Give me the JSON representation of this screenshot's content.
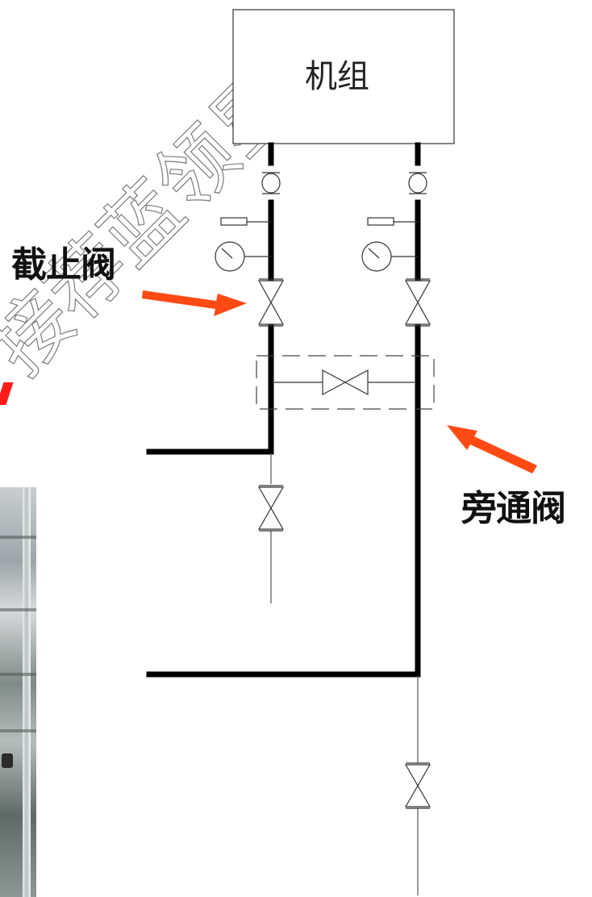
{
  "unit": {
    "label": "机组"
  },
  "labels": {
    "stop_valve": "截止阀",
    "bypass_valve": "旁通阀"
  },
  "watermark": {
    "text": "接荐蓝领星域"
  },
  "colors": {
    "pipe": "#000000",
    "thin_line": "#555555",
    "arrow": "#ff4a14",
    "accent_mark": "#ff1a1a"
  }
}
